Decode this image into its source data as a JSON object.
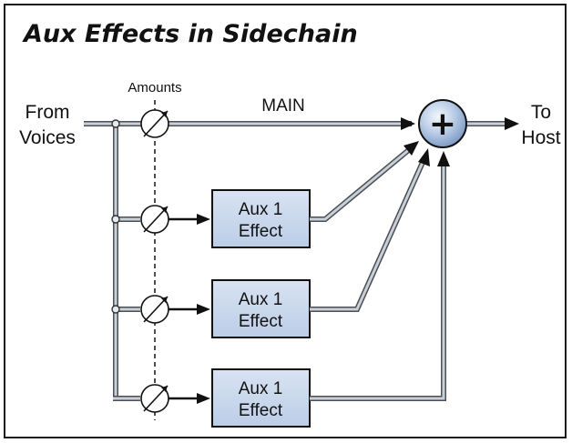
{
  "title": "Aux Effects in Sidechain",
  "labels": {
    "amounts": "Amounts",
    "main": "MAIN",
    "from_line1": "From",
    "from_line2": "Voices",
    "to_line1": "To",
    "to_line2": "Host"
  },
  "effects": [
    {
      "line1": "Aux 1",
      "line2": "Effect"
    },
    {
      "line1": "Aux 1",
      "line2": "Effect"
    },
    {
      "line1": "Aux 1",
      "line2": "Effect"
    }
  ],
  "summing_symbol": "+",
  "colors": {
    "border": "#1a1a1a",
    "pipe_fill": "#c9cfd6",
    "pipe_edge": "#4a4f55",
    "box_fill": "#c8d7ec",
    "sum_fill": "#9db8dc"
  }
}
